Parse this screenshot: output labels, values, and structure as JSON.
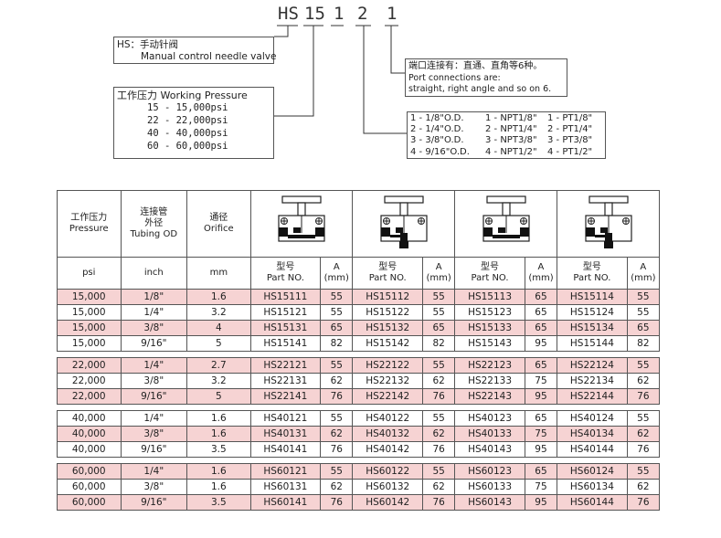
{
  "model_code": {
    "parts": [
      "HS",
      "15",
      "1",
      "2",
      "1"
    ]
  },
  "legend": {
    "hs": {
      "line1": "HS：手动针阀",
      "line2": "Manual  control needle valve"
    },
    "pressure": {
      "title": "工作压力 Working Pressure",
      "items": [
        "15 - 15,000psi",
        "22 - 22,000psi",
        "40 - 40,000psi",
        "60 - 60,000psi"
      ]
    },
    "port": {
      "line1": "端口连接有：直通、直角等6种。",
      "line2": "Port connections are:",
      "line3": "straight, right angle and so on 6."
    },
    "sizes": {
      "rows": [
        [
          "1 - 1/8\"O.D.",
          "1 - NPT1/8\"",
          "1 - PT1/8\""
        ],
        [
          "2 - 1/4\"O.D.",
          "2 - NPT1/4\"",
          "2 - PT1/4\""
        ],
        [
          "3 - 3/8\"O.D.",
          "3 - NPT3/8\"",
          "3 - PT3/8\""
        ],
        [
          "4 - 9/16\"O.D.",
          "4 - NPT1/2\"",
          "4 - PT1/2\""
        ]
      ]
    }
  },
  "table": {
    "header": {
      "pressure": [
        "工作压力",
        "Pressure"
      ],
      "tubing": [
        "连接管",
        "外径",
        "Tubing OD"
      ],
      "orifice": [
        "通径",
        "Orifice"
      ]
    },
    "units": {
      "pressure": "psi",
      "tubing": "inch",
      "orifice": "mm",
      "part": [
        "型号",
        "Part NO."
      ],
      "a": [
        "A",
        "(mm)"
      ]
    },
    "groups": [
      [
        {
          "p": "15,000",
          "od": "1/8\"",
          "or": "1.6",
          "v": [
            [
              "HS15111",
              "55"
            ],
            [
              "HS15112",
              "55"
            ],
            [
              "HS15113",
              "65"
            ],
            [
              "HS15114",
              "55"
            ]
          ],
          "pink": true
        },
        {
          "p": "15,000",
          "od": "1/4\"",
          "or": "3.2",
          "v": [
            [
              "HS15121",
              "55"
            ],
            [
              "HS15122",
              "55"
            ],
            [
              "HS15123",
              "65"
            ],
            [
              "HS15124",
              "55"
            ]
          ],
          "pink": false
        },
        {
          "p": "15,000",
          "od": "3/8\"",
          "or": "4",
          "v": [
            [
              "HS15131",
              "65"
            ],
            [
              "HS15132",
              "65"
            ],
            [
              "HS15133",
              "65"
            ],
            [
              "HS15134",
              "65"
            ]
          ],
          "pink": true
        },
        {
          "p": "15,000",
          "od": "9/16\"",
          "or": "5",
          "v": [
            [
              "HS15141",
              "82"
            ],
            [
              "HS15142",
              "82"
            ],
            [
              "HS15143",
              "95"
            ],
            [
              "HS15144",
              "82"
            ]
          ],
          "pink": false
        }
      ],
      [
        {
          "p": "22,000",
          "od": "1/4\"",
          "or": "2.7",
          "v": [
            [
              "HS22121",
              "55"
            ],
            [
              "HS22122",
              "55"
            ],
            [
              "HS22123",
              "65"
            ],
            [
              "HS22124",
              "55"
            ]
          ],
          "pink": true
        },
        {
          "p": "22,000",
          "od": "3/8\"",
          "or": "3.2",
          "v": [
            [
              "HS22131",
              "62"
            ],
            [
              "HS22132",
              "62"
            ],
            [
              "HS22133",
              "75"
            ],
            [
              "HS22134",
              "62"
            ]
          ],
          "pink": false
        },
        {
          "p": "22,000",
          "od": "9/16\"",
          "or": "5",
          "v": [
            [
              "HS22141",
              "76"
            ],
            [
              "HS22142",
              "76"
            ],
            [
              "HS22143",
              "95"
            ],
            [
              "HS22144",
              "76"
            ]
          ],
          "pink": true
        }
      ],
      [
        {
          "p": "40,000",
          "od": "1/4\"",
          "or": "1.6",
          "v": [
            [
              "HS40121",
              "55"
            ],
            [
              "HS40122",
              "55"
            ],
            [
              "HS40123",
              "65"
            ],
            [
              "HS40124",
              "55"
            ]
          ],
          "pink": false
        },
        {
          "p": "40,000",
          "od": "3/8\"",
          "or": "1.6",
          "v": [
            [
              "HS40131",
              "62"
            ],
            [
              "HS40132",
              "62"
            ],
            [
              "HS40133",
              "75"
            ],
            [
              "HS40134",
              "62"
            ]
          ],
          "pink": true
        },
        {
          "p": "40,000",
          "od": "9/16\"",
          "or": "3.5",
          "v": [
            [
              "HS40141",
              "76"
            ],
            [
              "HS40142",
              "76"
            ],
            [
              "HS40143",
              "95"
            ],
            [
              "HS40144",
              "76"
            ]
          ],
          "pink": false
        }
      ],
      [
        {
          "p": "60,000",
          "od": "1/4\"",
          "or": "1.6",
          "v": [
            [
              "HS60121",
              "55"
            ],
            [
              "HS60122",
              "55"
            ],
            [
              "HS60123",
              "65"
            ],
            [
              "HS60124",
              "55"
            ]
          ],
          "pink": true
        },
        {
          "p": "60,000",
          "od": "3/8\"",
          "or": "1.6",
          "v": [
            [
              "HS60131",
              "62"
            ],
            [
              "HS60132",
              "62"
            ],
            [
              "HS60133",
              "75"
            ],
            [
              "HS60134",
              "62"
            ]
          ],
          "pink": false
        },
        {
          "p": "60,000",
          "od": "9/16\"",
          "or": "3.5",
          "v": [
            [
              "HS60141",
              "76"
            ],
            [
              "HS60142",
              "76"
            ],
            [
              "HS60143",
              "95"
            ],
            [
              "HS60144",
              "76"
            ]
          ],
          "pink": true
        }
      ]
    ]
  }
}
